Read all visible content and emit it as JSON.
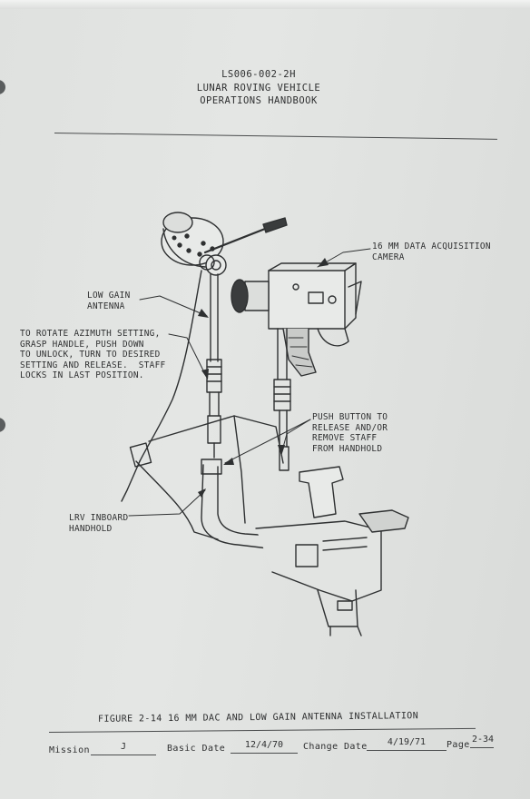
{
  "header": {
    "doc_number": "LS006-002-2H",
    "title_line1": "LUNAR ROVING VEHICLE",
    "title_line2": "OPERATIONS HANDBOOK"
  },
  "callouts": {
    "camera_line1": "16 MM DATA ACQUISITION",
    "camera_line2": "CAMERA",
    "antenna_line1": "LOW GAIN",
    "antenna_line2": "ANTENNA",
    "rotate_line1": "TO ROTATE AZIMUTH SETTING,",
    "rotate_line2": "GRASP HANDLE, PUSH DOWN",
    "rotate_line3": "TO UNLOCK, TURN TO DESIRED",
    "rotate_line4": "SETTING AND RELEASE.  STAFF",
    "rotate_line5": "LOCKS IN LAST POSITION.",
    "push_line1": "PUSH BUTTON TO",
    "push_line2": "RELEASE AND/OR",
    "push_line3": "REMOVE STAFF",
    "push_line4": "FROM HANDHOLD",
    "handhold_line1": "LRV INBOARD",
    "handhold_line2": "HANDHOLD"
  },
  "figure_caption": "FIGURE 2-14  16 MM DAC AND LOW GAIN ANTENNA INSTALLATION",
  "footer": {
    "mission_label": "Mission",
    "mission_value": "J",
    "basic_date_label": "Basic Date",
    "basic_date_value": "12/4/70",
    "change_date_label": "Change Date",
    "change_date_value": "4/19/71",
    "page_label": "Page",
    "page_value": "2-34"
  }
}
